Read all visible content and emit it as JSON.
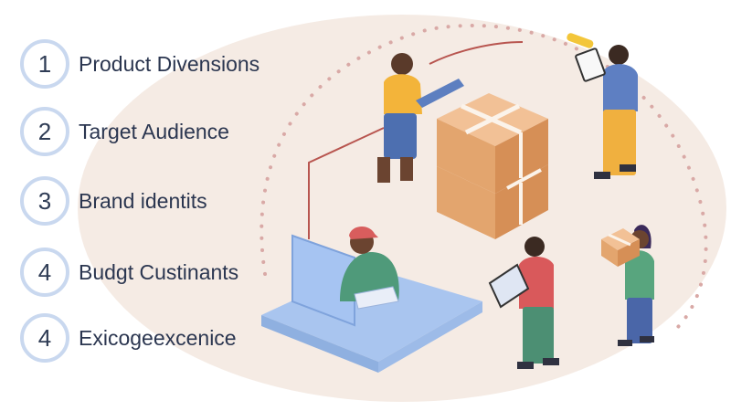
{
  "steps": [
    {
      "number": "1",
      "label": "Product Divensions"
    },
    {
      "number": "2",
      "label": "Target Audience"
    },
    {
      "number": "3",
      "label": "Brand identits"
    },
    {
      "number": "4",
      "label": "Budgt Custinants"
    },
    {
      "number": "4",
      "label": "Exicogeexcenice"
    }
  ],
  "colors": {
    "background_oval": "#f5ebe4",
    "dotted_path": "#d9a9a6",
    "box": "#e3a56e",
    "box_tape": "#fbf3ea",
    "platform": "#a9c5ef",
    "step_ring": "#c9d8ef",
    "text": "#2b3650"
  }
}
